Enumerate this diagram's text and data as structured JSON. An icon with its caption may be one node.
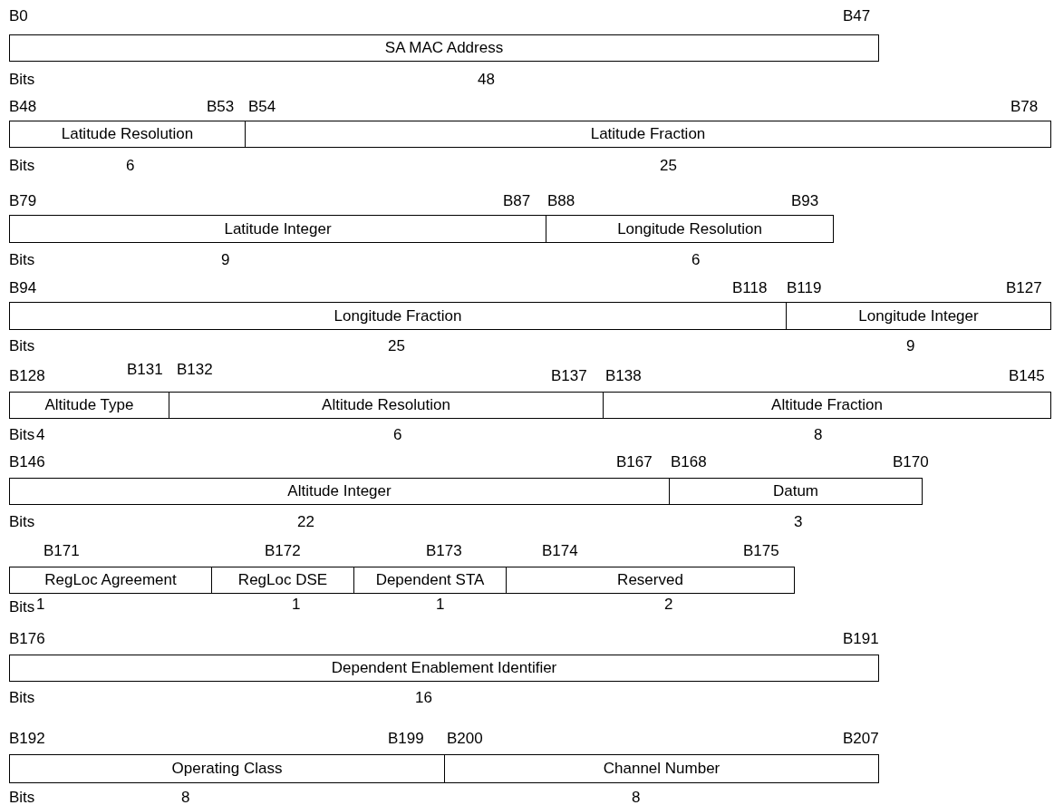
{
  "diagram": {
    "nodes": [
      {
        "text": [
          "SA MAC Address"
        ],
        "beside": [
          "48"
        ]
      },
      {
        "text": [
          "Latitude Resolution"
        ],
        "beside": [
          "6"
        ]
      },
      {
        "text": [
          "Latitude Fraction"
        ],
        "beside": [
          "25"
        ]
      },
      {
        "text": [
          "Latitude Integer"
        ],
        "beside": [
          "9"
        ]
      },
      {
        "text": [
          "Longitude Resolution"
        ],
        "beside": [
          "6"
        ]
      },
      {
        "text": [
          "Longitude Fraction"
        ],
        "beside": [
          "25"
        ]
      },
      {
        "text": [
          "Longitude Integer"
        ],
        "beside": [
          "9"
        ]
      },
      {
        "text": [
          "Altitude Type"
        ],
        "beside": [
          "4"
        ]
      },
      {
        "text": [
          "Altitude Resolution"
        ],
        "beside": [
          "6"
        ]
      },
      {
        "text": [
          "Altitude Fraction"
        ],
        "beside": [
          "8"
        ]
      },
      {
        "text": [
          "Altitude Integer"
        ],
        "beside": [
          "22"
        ]
      },
      {
        "text": [
          "Datum"
        ],
        "beside": [
          "3"
        ]
      },
      {
        "text": [
          "RegLoc Agreement"
        ],
        "beside": [
          "1"
        ]
      },
      {
        "text": [
          "RegLoc DSE"
        ],
        "beside": [
          "1"
        ]
      },
      {
        "text": [
          "Dependent STA"
        ],
        "beside": [
          "1"
        ]
      },
      {
        "text": [
          "Reserved"
        ],
        "beside": [
          "2"
        ]
      },
      {
        "text": [
          "Dependent Enablement Identifier"
        ],
        "beside": [
          "16"
        ]
      },
      {
        "text": [
          "Operating Class"
        ],
        "beside": [
          "8"
        ]
      },
      {
        "text": [
          "Channel Number"
        ],
        "beside": [
          "8"
        ]
      }
    ],
    "labels": [
      "B0",
      "B47",
      "Bits",
      "B48",
      "B53",
      "B54",
      "B78",
      "Bits",
      "B79",
      "B87",
      "B88",
      "B93",
      "Bits",
      "B94",
      "B118",
      "B119",
      "B127",
      "Bits",
      "B128",
      "B131",
      "B132",
      "B137",
      "B138",
      "B145",
      "Bits",
      "B146",
      "B167",
      "B168",
      "B170",
      "Bits",
      "B171",
      "B172",
      "B173",
      "B174",
      "B175",
      "Bits",
      "B176",
      "B191",
      "Bits",
      "B192",
      "B199",
      "B200",
      "B207",
      "Bits"
    ]
  }
}
